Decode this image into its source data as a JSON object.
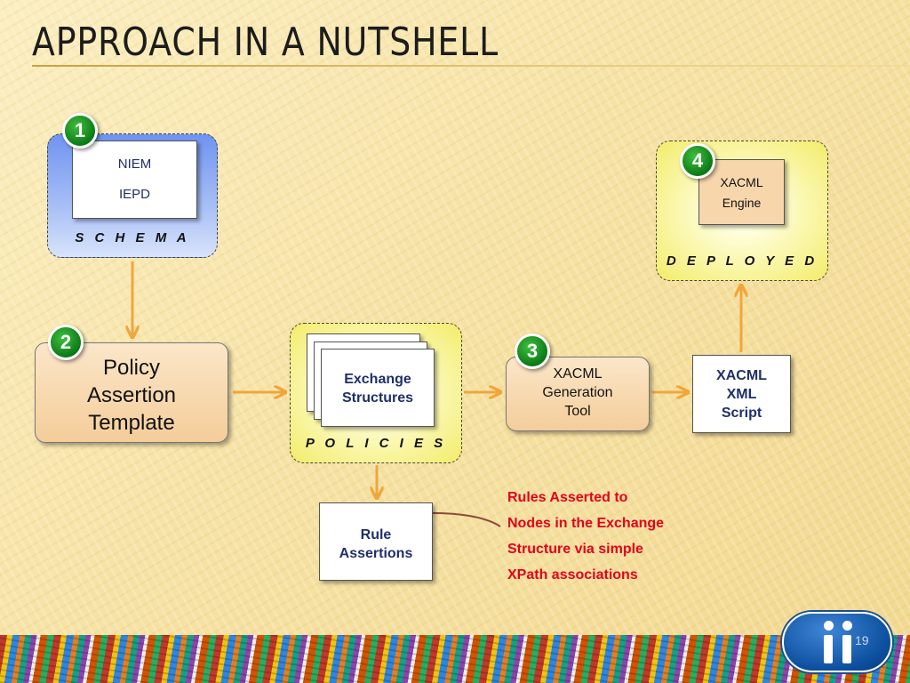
{
  "slide": {
    "title": "APPROACH IN A NUTSHELL",
    "page_number": "19"
  },
  "groups": {
    "schema": "S C H E M A",
    "policies": "P O L I C I E S",
    "deployed": "D E P L O Y E D"
  },
  "badges": [
    "1",
    "2",
    "3",
    "4"
  ],
  "nodes": {
    "iepd": [
      "NIEM",
      "IEPD"
    ],
    "policy_template": [
      "Policy",
      "Assertion",
      "Template"
    ],
    "exchange_structures": [
      "Exchange",
      "Structures"
    ],
    "xacml_generation_tool": [
      "XACML",
      "Generation",
      "Tool"
    ],
    "xacml_xml_script": [
      "XACML",
      "XML",
      "Script"
    ],
    "xacml_engine": [
      "XACML",
      "Engine"
    ],
    "rule_assertions": [
      "Rule",
      "Assertions"
    ]
  },
  "annotation": [
    "Rules Asserted to",
    "Nodes in the Exchange",
    "Structure via simple",
    "XPath associations"
  ],
  "colors": {
    "arrow": "#f0a63c",
    "badge": "#0b7a16",
    "annotation_text": "#e3001b",
    "node_text": "#1f2f6a"
  },
  "logo": "ii-logo"
}
